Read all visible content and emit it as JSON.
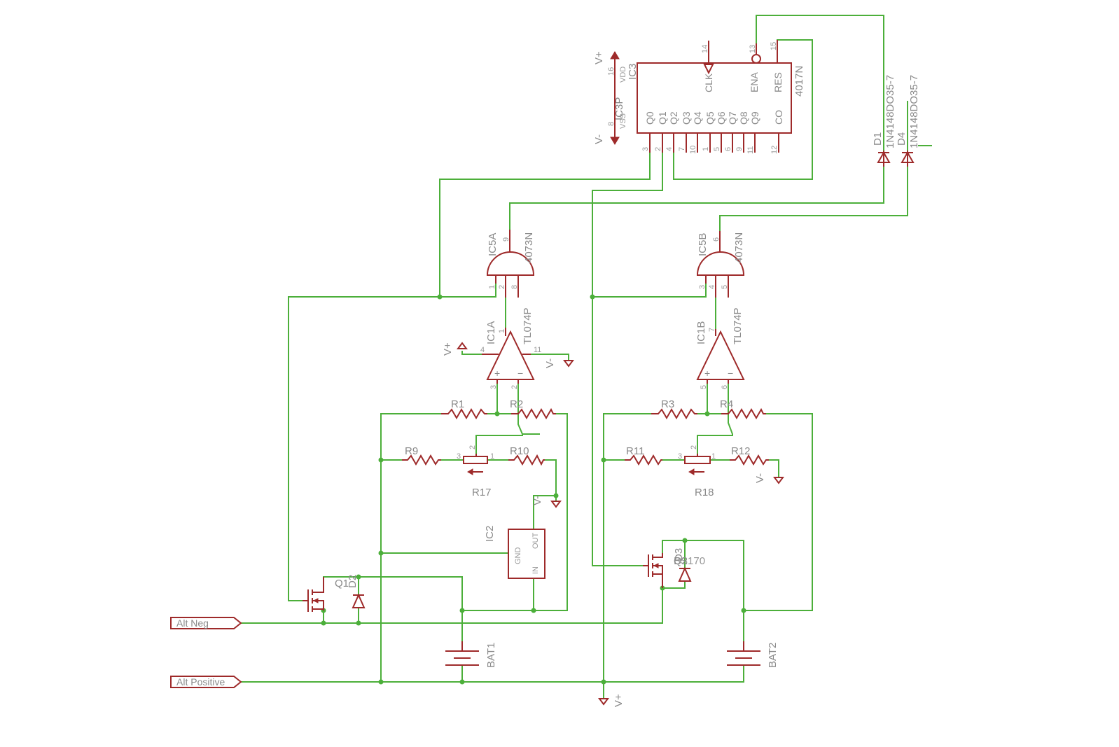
{
  "ic3": {
    "ref": "IC3",
    "value": "4017N",
    "power_ref": "IC3P",
    "labels": [
      "VDD",
      "VSS",
      "CLK",
      "ENA",
      "RES",
      "Q0",
      "Q1",
      "Q2",
      "Q3",
      "Q4",
      "Q5",
      "Q6",
      "Q7",
      "Q8",
      "Q9",
      "CO"
    ],
    "pins": [
      "16",
      "8",
      "14",
      "13",
      "15",
      "3",
      "2",
      "4",
      "7",
      "10",
      "1",
      "5",
      "6",
      "9",
      "11",
      "12"
    ]
  },
  "ic5a": {
    "ref": "IC5A",
    "value": "4073N",
    "pins": [
      "9",
      "1",
      "2",
      "8"
    ]
  },
  "ic5b": {
    "ref": "IC5B",
    "value": "4073N",
    "pins": [
      "6",
      "3",
      "4",
      "5"
    ]
  },
  "ic1a": {
    "ref": "IC1A",
    "value": "TL074P",
    "pins": [
      "1",
      "4",
      "11",
      "3",
      "2"
    ]
  },
  "ic1b": {
    "ref": "IC1B",
    "value": "TL074P",
    "pins": [
      "7",
      "5",
      "6"
    ]
  },
  "ic2": {
    "ref": "IC2",
    "labels": [
      "GND",
      "OUT",
      "IN"
    ]
  },
  "resistors": [
    "R1",
    "R2",
    "R3",
    "R4",
    "R9",
    "R10",
    "R11",
    "R12"
  ],
  "pots": [
    {
      "ref": "R17",
      "pins": [
        "2",
        "3",
        "1"
      ]
    },
    {
      "ref": "R18",
      "pins": [
        "2",
        "3",
        "1"
      ]
    }
  ],
  "diodes": {
    "d1": "D1",
    "d1_val": "1N4148DO35-7",
    "d4": "D4",
    "d4_val": "1N4148DO35-7",
    "d2": "D2",
    "d3": "D3"
  },
  "mosfets": {
    "q1": "Q1",
    "q2": "Q2",
    "q2_val": "BS170"
  },
  "batteries": [
    "BAT1",
    "BAT2"
  ],
  "power": {
    "vplus": "V+",
    "vminus": "V-"
  },
  "ports": {
    "alt_neg": "Alt Neg",
    "alt_pos": "Alt Positive"
  }
}
